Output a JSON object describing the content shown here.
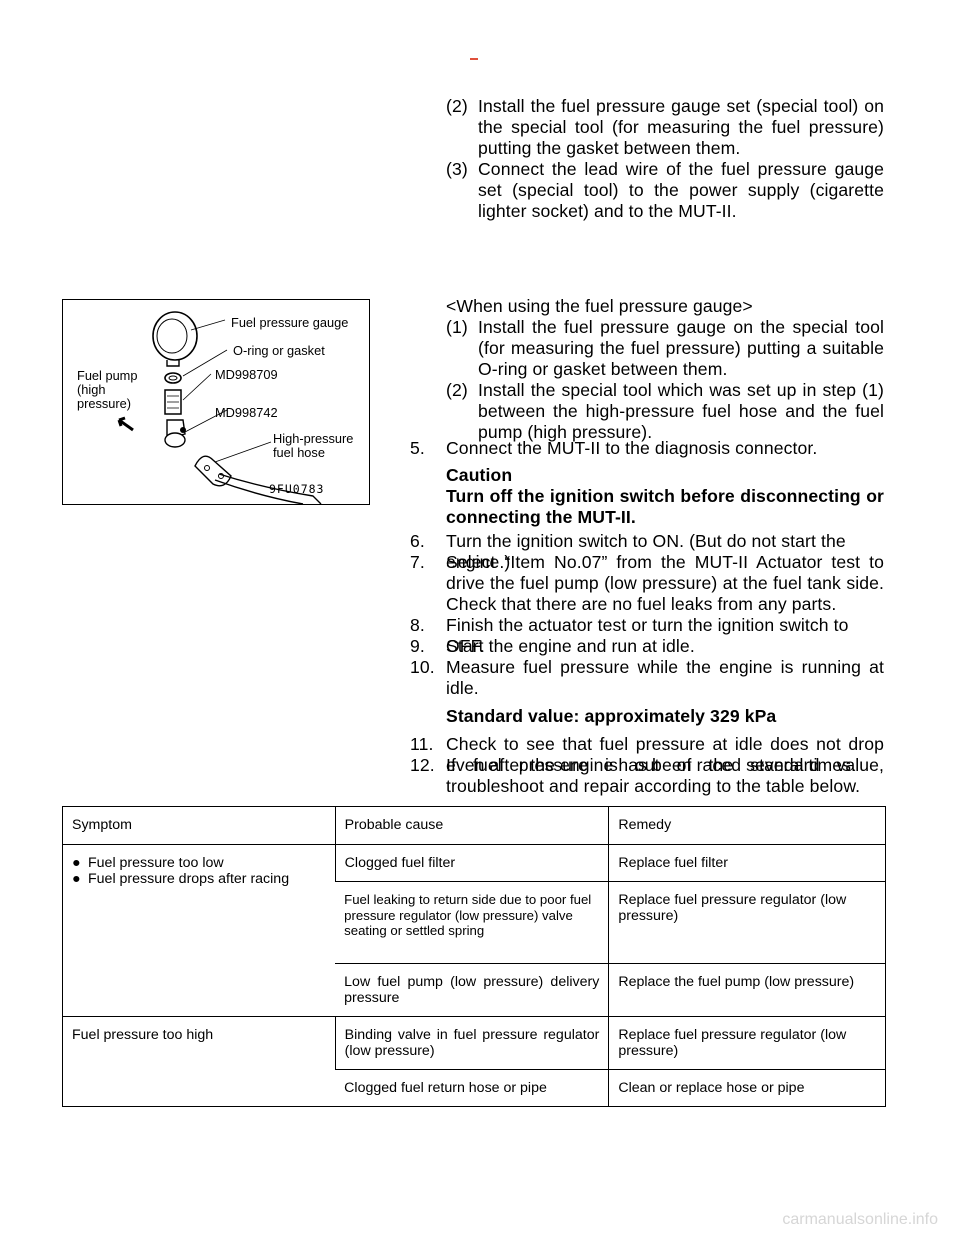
{
  "top_steps": [
    {
      "num": "(2)",
      "text": "Install the fuel pressure gauge set (special tool) on the special tool (for measuring the fuel pressure) putting the gasket between them."
    },
    {
      "num": "(3)",
      "text": "Connect the lead wire of the fuel pressure gauge set (special tool) to the power supply (cigarette lighter socket) and to the MUT-II."
    }
  ],
  "gauge_heading": "<When using the fuel pressure gauge>",
  "gauge_steps": [
    {
      "num": "(1)",
      "text": "Install the fuel pressure gauge on the special tool (for measuring the fuel pressure) putting a suitable O-ring or gasket between them."
    },
    {
      "num": "(2)",
      "text": "Install the special tool which was set up in step (1) between the high-pressure fuel hose and the fuel pump (high pressure)."
    }
  ],
  "step5": {
    "num": "5.",
    "text": "Connect the MUT-II to the diagnosis connector."
  },
  "caution": {
    "title": "Caution",
    "text": "Turn off the ignition switch before disconnecting or connecting the MUT-II."
  },
  "main_steps": [
    {
      "num": "6.",
      "text": "Turn the ignition switch to ON. (But do not start the engine.)"
    },
    {
      "num": "7.",
      "text": "Select “Item No.07” from the MUT-II Actuator test to drive the fuel pump (low pressure) at the fuel tank side. Check that there are no fuel leaks from any parts."
    },
    {
      "num": "8.",
      "text": "Finish the actuator test or turn the ignition switch to OFF."
    },
    {
      "num": "9.",
      "text": "Start the engine and run at idle."
    },
    {
      "num": "10.",
      "text": "Measure fuel pressure while the engine is running at idle."
    }
  ],
  "standard_value": "Standard value: approximately 329 kPa",
  "end_steps": [
    {
      "num": "11.",
      "text": "Check to see that fuel pressure at idle does not drop even after the engine has been raced several times."
    },
    {
      "num": "12.",
      "text": "If fuel pressure is out of the standard value, troubleshoot and repair according to the table below."
    }
  ],
  "figure": {
    "labels": {
      "gauge": "Fuel pressure gauge",
      "oring": "O-ring or gasket",
      "pump_l1": "Fuel pump",
      "pump_l2": "(high",
      "pump_l3": "pressure)",
      "md1": "MD998709",
      "md2": "MD998742",
      "hose_l1": "High-pressure",
      "hose_l2": "fuel hose",
      "code": "9FU0783"
    }
  },
  "table": {
    "headers": [
      "Symptom",
      "Probable cause",
      "Remedy"
    ],
    "symptom1": [
      "Fuel pressure too low",
      "Fuel pressure drops after racing"
    ],
    "symptom2": "Fuel pressure too high",
    "rows1": [
      {
        "cause": "Clogged fuel filter",
        "remedy": "Replace fuel filter"
      },
      {
        "cause": "Fuel leaking to return side due to poor fuel pressure regulator (low pressure) valve seating or settled spring",
        "remedy": "Replace fuel pressure regulator (low pressure)"
      },
      {
        "cause": "Low fuel pump (low pressure) delivery pressure",
        "remedy": "Replace the fuel pump (low pressure)"
      }
    ],
    "rows2": [
      {
        "cause": "Binding valve in fuel pressure regulator (low pressure)",
        "remedy": "Replace fuel pressure regulator (low pressure)"
      },
      {
        "cause": "Clogged fuel return hose or pipe",
        "remedy": "Clean or replace hose or pipe"
      }
    ]
  },
  "watermark": "carmanualsonline.info"
}
